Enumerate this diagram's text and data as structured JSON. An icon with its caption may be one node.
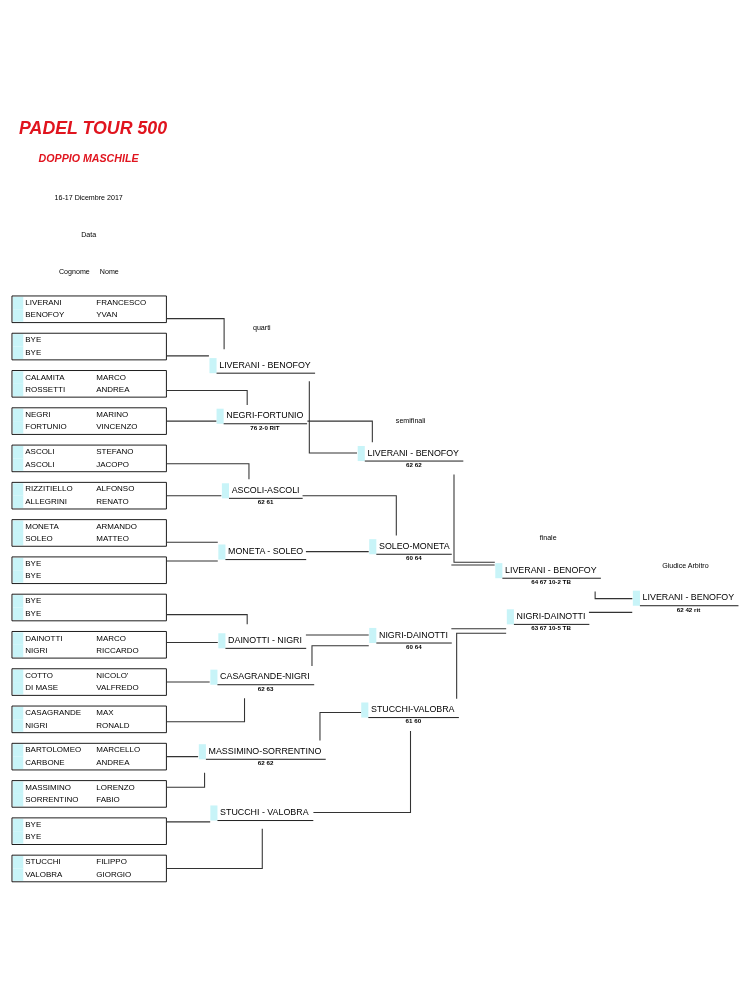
{
  "diagram": {
    "title": "PADEL TOUR 500",
    "nodes": [
      {
        "text": [
          "LIVERANI",
          "FRANCESCO",
          "BENOFOY",
          "YVAN"
        ]
      },
      {
        "text": [
          "BYE",
          "BYE"
        ]
      },
      {
        "text": [
          "CALAMITA",
          "MARCO",
          "ROSSETTI",
          "ANDREA"
        ]
      },
      {
        "text": [
          "NEGRI",
          "MARINO",
          "FORTUNIO",
          "VINCENZO"
        ]
      },
      {
        "text": [
          "ASCOLI",
          "STEFANO",
          "ASCOLI",
          "JACOPO"
        ]
      },
      {
        "text": [
          "RIZZITIELLO",
          "ALFONSO",
          "ALLEGRINI",
          "RENATO"
        ]
      },
      {
        "text": [
          "MONETA",
          "ARMANDO",
          "SOLEO",
          "MATTEO"
        ]
      },
      {
        "text": [
          "BYE",
          "BYE"
        ]
      },
      {
        "text": [
          "BYE",
          "BYE"
        ]
      },
      {
        "text": [
          "DAINOTTI",
          "MARCO",
          "NIGRI",
          "RICCARDO"
        ]
      },
      {
        "text": [
          "COTTO",
          "NICOLO'",
          "DI MASE",
          "VALFREDO"
        ]
      },
      {
        "text": [
          "CASAGRANDE",
          "MAX",
          "NIGRI",
          "RONALD"
        ]
      },
      {
        "text": [
          "BARTOLOMEO",
          "MARCELLO",
          "CARBONE",
          "ANDREA"
        ]
      },
      {
        "text": [
          "MASSIMINO",
          "LORENZO",
          "SORRENTINO",
          "FABIO"
        ]
      },
      {
        "text": [
          "BYE",
          "BYE"
        ]
      },
      {
        "text": [
          "STUCCHI",
          "FILIPPO",
          "VALOBRA",
          "GIORGIO"
        ]
      },
      {
        "text": [
          "LIVERANI - BENOFOY"
        ]
      },
      {
        "text": [
          "NEGRI-FORTUNIO"
        ],
        "beside": [
          "76 2-0 RIT"
        ]
      },
      {
        "text": [
          "ASCOLI-ASCOLI"
        ],
        "beside": [
          "62 61"
        ]
      },
      {
        "text": [
          "MONETA - SOLEO"
        ]
      },
      {
        "text": [
          "DAINOTTI - NIGRI"
        ]
      },
      {
        "text": [
          "CASAGRANDE-NIGRI"
        ],
        "beside": [
          "62 63"
        ]
      },
      {
        "text": [
          "MASSIMINO-SORRENTINO"
        ],
        "beside": [
          "62 62"
        ]
      },
      {
        "text": [
          "STUCCHI - VALOBRA"
        ]
      },
      {
        "text": [
          "LIVERANI - BENOFOY"
        ],
        "beside": [
          "62 62"
        ]
      },
      {
        "text": [
          "SOLEO-MONETA"
        ],
        "beside": [
          "60 64"
        ]
      },
      {
        "text": [
          "NIGRI-DAINOTTI"
        ],
        "beside": [
          "60 64"
        ]
      },
      {
        "text": [
          "STUCCHI-VALOBRA"
        ],
        "beside": [
          "61 60"
        ]
      },
      {
        "text": [
          "LIVERANI - BENOFOY"
        ],
        "beside": [
          "64 67 10-2 TB"
        ]
      },
      {
        "text": [
          "NIGRI-DAINOTTI"
        ],
        "beside": [
          "63 67 10-5 TB"
        ]
      },
      {
        "text": [
          "LIVERANI - BENOFOY"
        ],
        "beside": [
          "62 42 rit"
        ]
      }
    ],
    "edges": [
      {
        "from": 0,
        "to": 16,
        "arrow": "none"
      },
      {
        "from": 1,
        "to": 16,
        "arrow": "none"
      },
      {
        "from": 2,
        "to": 17,
        "arrow": "none"
      },
      {
        "from": 3,
        "to": 17,
        "arrow": "none"
      },
      {
        "from": 4,
        "to": 18,
        "arrow": "none"
      },
      {
        "from": 5,
        "to": 18,
        "arrow": "none"
      },
      {
        "from": 6,
        "to": 19,
        "arrow": "none"
      },
      {
        "from": 7,
        "to": 19,
        "arrow": "none"
      },
      {
        "from": 8,
        "to": 20,
        "arrow": "none"
      },
      {
        "from": 9,
        "to": 20,
        "arrow": "none"
      },
      {
        "from": 10,
        "to": 21,
        "arrow": "none"
      },
      {
        "from": 11,
        "to": 21,
        "arrow": "none"
      },
      {
        "from": 12,
        "to": 22,
        "arrow": "none"
      },
      {
        "from": 13,
        "to": 22,
        "arrow": "none"
      },
      {
        "from": 14,
        "to": 23,
        "arrow": "none"
      },
      {
        "from": 15,
        "to": 23,
        "arrow": "none"
      },
      {
        "from": 16,
        "to": 24,
        "arrow": "none"
      },
      {
        "from": 17,
        "to": 24,
        "arrow": "none"
      },
      {
        "from": 18,
        "to": 25,
        "arrow": "none"
      },
      {
        "from": 19,
        "to": 25,
        "arrow": "none"
      },
      {
        "from": 20,
        "to": 26,
        "arrow": "none"
      },
      {
        "from": 21,
        "to": 26,
        "arrow": "none"
      },
      {
        "from": 22,
        "to": 27,
        "arrow": "none"
      },
      {
        "from": 23,
        "to": 27,
        "arrow": "none"
      },
      {
        "from": 24,
        "to": 28,
        "arrow": "none"
      },
      {
        "from": 25,
        "to": 28,
        "arrow": "none"
      },
      {
        "from": 26,
        "to": 29,
        "arrow": "none"
      },
      {
        "from": 27,
        "to": 29,
        "arrow": "none"
      },
      {
        "from": 28,
        "to": 30,
        "arrow": "none"
      },
      {
        "from": 29,
        "to": 30,
        "arrow": "none"
      }
    ],
    "labels": [
      "DOPPIO MASCHILE",
      "16-17 Dicembre 2017",
      "Data",
      "Giudice Arbitro",
      "Cognome",
      "Nome",
      "quarti",
      "semifinali",
      "finale"
    ]
  }
}
